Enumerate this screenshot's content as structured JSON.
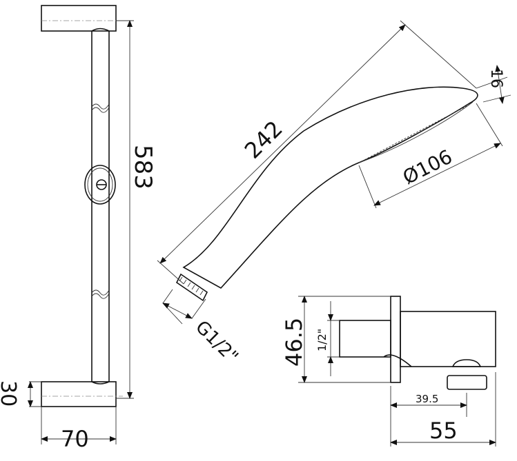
{
  "rail": {
    "height_label": "583",
    "bracket_depth_label": "30",
    "width_label": "70"
  },
  "hand_shower": {
    "length_label": "242",
    "head_thickness_label": "16",
    "head_diameter_label": "Ø106",
    "thread_label": "G1/2\""
  },
  "wall_outlet": {
    "height_label": "46.5",
    "thread_label": "1/2\"",
    "holder_offset_label": "39.5",
    "depth_label": "55"
  },
  "colors": {
    "line": "#111111",
    "background": "#ffffff"
  }
}
